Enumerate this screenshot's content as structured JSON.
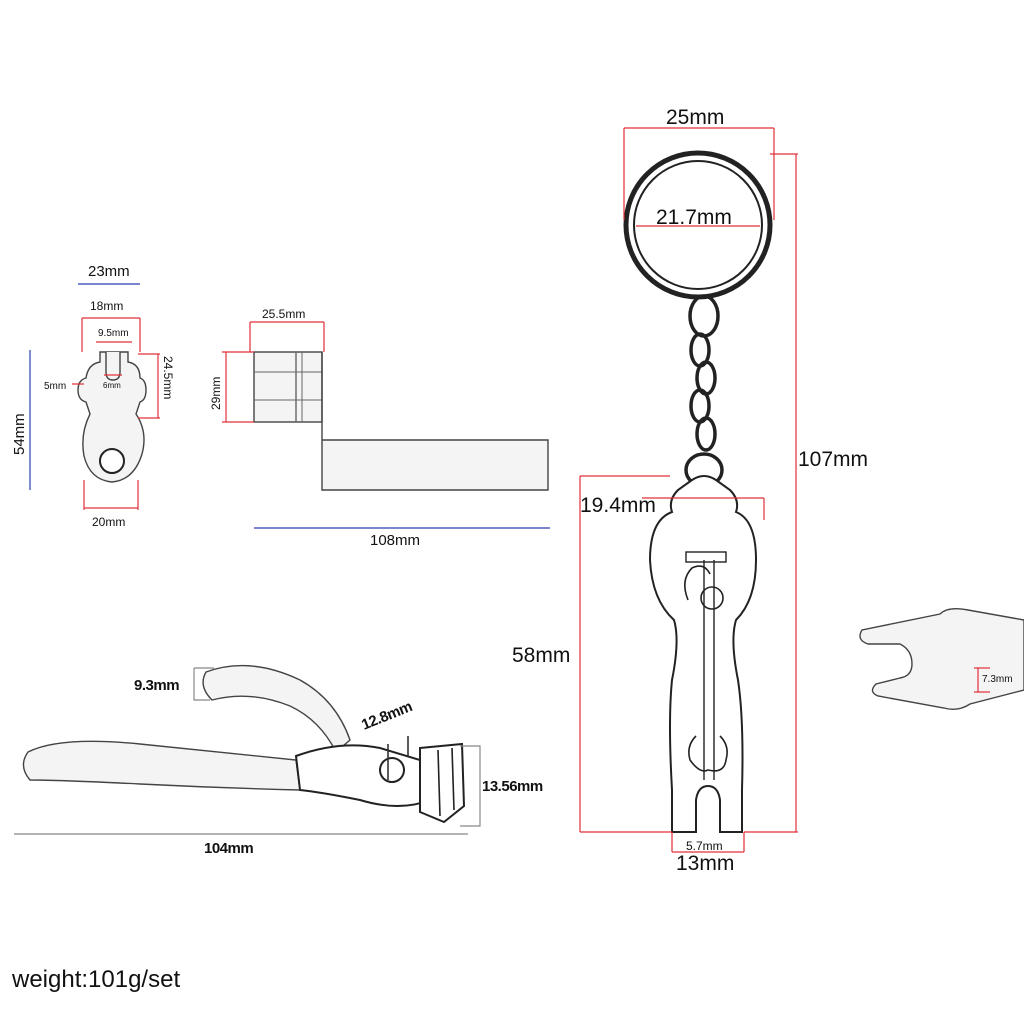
{
  "weight": "weight:101g/set",
  "winder_front": {
    "overall_width": "23mm",
    "top_width": "18mm",
    "slot_width": "9.5mm",
    "inner_width": "6mm",
    "side_offset": "5mm",
    "head_height": "24.5mm",
    "total_height": "54mm",
    "bottom_width": "20mm"
  },
  "winder_side": {
    "head_width": "25.5mm",
    "head_height": "29mm",
    "total_length": "108mm"
  },
  "keychain": {
    "ring_outer": "25mm",
    "ring_inner": "21.7mm",
    "total_height": "107mm",
    "body_width": "19.4mm",
    "body_height": "58mm",
    "notch_width": "5.7mm",
    "bottom_width": "13mm"
  },
  "wrench": {
    "jaw": "7.3mm"
  },
  "pliers": {
    "handle_thickness": "9.3mm",
    "jaw_depth": "12.8mm",
    "head_height": "13.56mm",
    "total_length": "104mm"
  }
}
